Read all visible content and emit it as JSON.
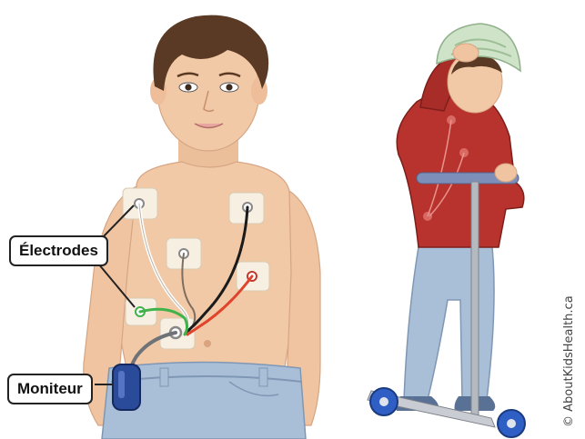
{
  "labels": {
    "electrodes": "Électrodes",
    "monitor": "Moniteur"
  },
  "credit": "© AboutKidsHealth.ca",
  "colors": {
    "skin": "#f2c9a6",
    "hair": "#5a3a24",
    "jeans": "#a9bfd8",
    "jacket": "#b8332d",
    "helmet": "#cfe3c8",
    "monitor": "#2a4a9a",
    "wire_white": "#ffffff",
    "wire_green": "#3fb24a",
    "wire_black": "#1b1b1b",
    "wire_red": "#e0442c",
    "electrode_pad": "#f7efe2"
  }
}
